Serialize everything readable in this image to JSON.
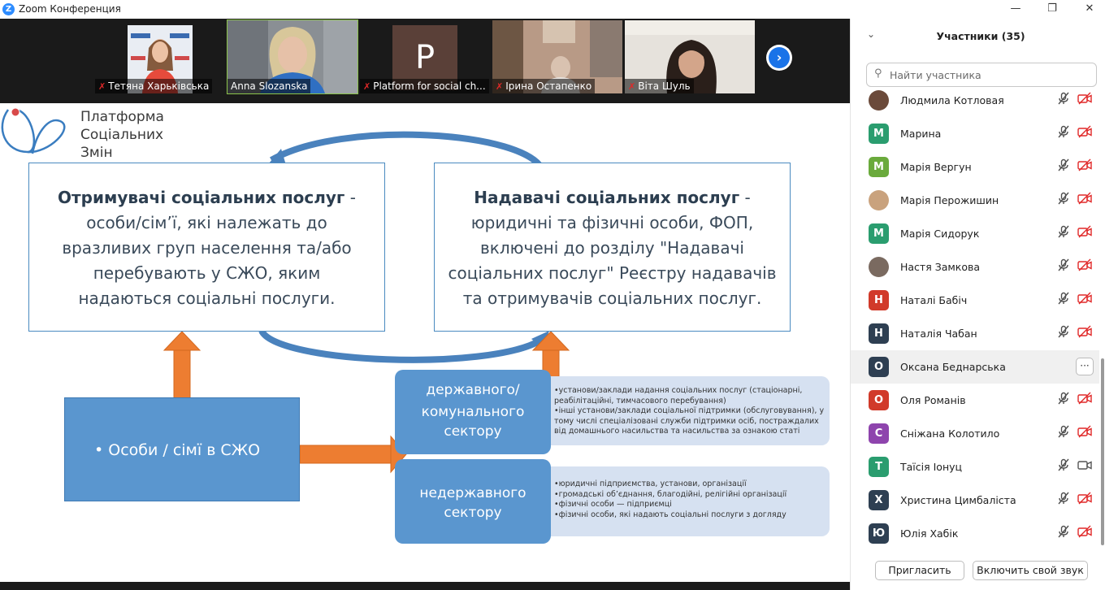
{
  "window": {
    "title": "Zoom Конференция",
    "minimize": "—",
    "restore": "❐",
    "close": "✕"
  },
  "video_strip": {
    "tiles": [
      {
        "name": "Тетяна Харьківська",
        "muted": true
      },
      {
        "name": "Anna Slozanska",
        "muted": false,
        "active": true
      },
      {
        "name": "Platform for social ch...",
        "muted": true,
        "avatar_letter": "P"
      },
      {
        "name": "Ірина Остапенко",
        "muted": true
      },
      {
        "name": "Віта Шуль",
        "muted": true
      }
    ],
    "next_icon": "chevron-right-icon"
  },
  "slide": {
    "logo_lines": [
      "Платформа",
      "Соціальних",
      "Змін"
    ],
    "left_box": {
      "title": "Отримувачі соціальних послуг",
      "text": " - особи/сім’ї, які належать до вразливих груп населення та/або перебувають у СЖО, яким надаються соціальні послуги."
    },
    "right_box": {
      "title": "Надавачі соціальних послуг",
      "text": " - юридичні та фізичні особи, ФОП, включені до розділу \"Надавачі соціальних послуг\" Реєстру надавачів та отримувачів соціальних послуг."
    },
    "main_box": "•   Особи / сімї в СЖО",
    "sector_state": [
      "державного/",
      "комунального",
      "сектору"
    ],
    "sector_nonstate": [
      "недержавного",
      "сектору"
    ],
    "state_items": [
      "•установи/заклади надання соціальних послуг (стаціонарні, реабілітаційні, тимчасового перебування)",
      "•інші установи/заклади соціальної підтримки (обслуговування), у тому числі спеціалізовані служби підтримки осіб, постраждалих від домашнього насильства та насильства за ознакою статі"
    ],
    "nonstate_items": [
      "•юридичні підприємства, установи, організації",
      "•громадські об’єднання, благодійні, релігійні організації",
      "•фізичні особи — підприємці",
      "•фізичні особи, які надають соціальні послуги з догляду"
    ]
  },
  "panel": {
    "title": "Участники (35)",
    "search_placeholder": "Найти участника",
    "participants": [
      {
        "name": "Людмила Котловая",
        "letter": "",
        "color": "#6b4a3a",
        "photo": true,
        "video_on": false
      },
      {
        "name": "Марина",
        "letter": "M",
        "color": "#2a9d6f",
        "photo": false,
        "video_on": false
      },
      {
        "name": "Марія Вергун",
        "letter": "M",
        "color": "#6aaa3c",
        "photo": false,
        "video_on": false
      },
      {
        "name": "Марія Перожишин",
        "letter": "",
        "color": "#c9a27d",
        "photo": true,
        "video_on": false
      },
      {
        "name": "Марія Сидорук",
        "letter": "M",
        "color": "#2a9d6f",
        "photo": false,
        "video_on": false
      },
      {
        "name": "Настя Замкова",
        "letter": "",
        "color": "#7a6a60",
        "photo": true,
        "video_on": false
      },
      {
        "name": "Наталі Бабіч",
        "letter": "Н",
        "color": "#d13a2a",
        "photo": false,
        "video_on": false
      },
      {
        "name": "Наталія Чабан",
        "letter": "Н",
        "color": "#2e3f52",
        "photo": false,
        "video_on": false
      },
      {
        "name": "Оксана Беднарська",
        "letter": "O",
        "color": "#2e3f52",
        "photo": false,
        "video_on": false,
        "selected": true
      },
      {
        "name": "Оля Романів",
        "letter": "O",
        "color": "#d13a2a",
        "photo": false,
        "video_on": false
      },
      {
        "name": "Сніжана Колотило",
        "letter": "С",
        "color": "#8e44ad",
        "photo": false,
        "video_on": false
      },
      {
        "name": "Таїсія Іонуц",
        "letter": "Т",
        "color": "#2a9d6f",
        "photo": false,
        "video_on": true
      },
      {
        "name": "Христина Цимбаліста",
        "letter": "Х",
        "color": "#2e3f52",
        "photo": false,
        "video_on": false
      },
      {
        "name": "Юлія Хабік",
        "letter": "Ю",
        "color": "#2e3f52",
        "photo": false,
        "video_on": false
      }
    ],
    "invite_button": "Пригласить",
    "audio_button": "Включить свой звук"
  }
}
